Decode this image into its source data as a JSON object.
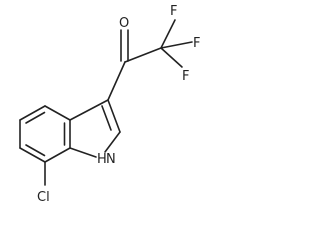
{
  "molecule": {
    "atom_labels": {
      "oxygen": "O",
      "fluorine_1": "F",
      "fluorine_2": "F",
      "fluorine_3": "F",
      "nitrogen": "H",
      "nitrogen_h": "N",
      "chlorine": "Cl"
    }
  }
}
